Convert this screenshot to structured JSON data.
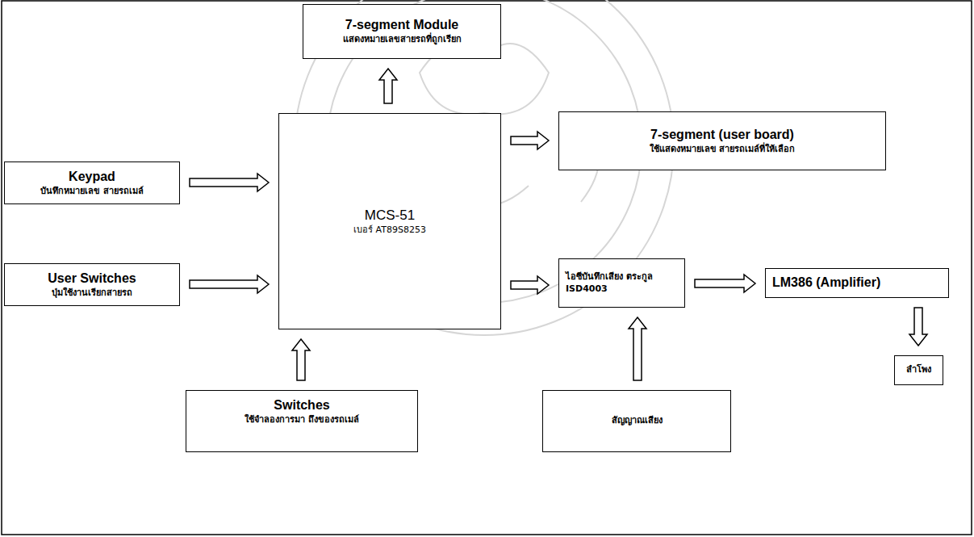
{
  "diagram": {
    "nodes": [
      {
        "text": [
          "7-segment Module",
          "แสดงหมายเลขสายรถที่ถูกเรียก"
        ]
      },
      {
        "text": [
          "Keypad",
          "บันทึกหมายเลข สายรถเมล์"
        ]
      },
      {
        "text": [
          "User Switches",
          "ปุ่มใช้งานเรียกสายรถ"
        ]
      },
      {
        "text": [
          "MCS-51",
          "เบอร์ AT89S8253"
        ]
      },
      {
        "text": [
          "7-segment (user board)",
          "ใช้แสดงหมายเลข สายรถเมล์ที่ให้เลือก"
        ]
      },
      {
        "text": [
          "ไอซีบันทึกเสียง ตระกูล ISD4003"
        ]
      },
      {
        "text": [
          "LM386 (Amplifier)"
        ]
      },
      {
        "text": [
          "ลำโพง"
        ]
      },
      {
        "text": [
          "Switches",
          "ใช้จำลองการมา ถึงของรถเมล์"
        ]
      },
      {
        "text": [
          "สัญญาณเสียง"
        ]
      }
    ],
    "edges": [
      {
        "from": 3,
        "to": 0,
        "arrow": "to"
      },
      {
        "from": 1,
        "to": 3,
        "arrow": "to"
      },
      {
        "from": 2,
        "to": 3,
        "arrow": "to"
      },
      {
        "from": 3,
        "to": 4,
        "arrow": "to"
      },
      {
        "from": 3,
        "to": 5,
        "arrow": "to"
      },
      {
        "from": 5,
        "to": 6,
        "arrow": "to"
      },
      {
        "from": 6,
        "to": 7,
        "arrow": "to"
      },
      {
        "from": 8,
        "to": 3,
        "arrow": "to"
      },
      {
        "from": 9,
        "to": 5,
        "arrow": "to"
      }
    ]
  }
}
